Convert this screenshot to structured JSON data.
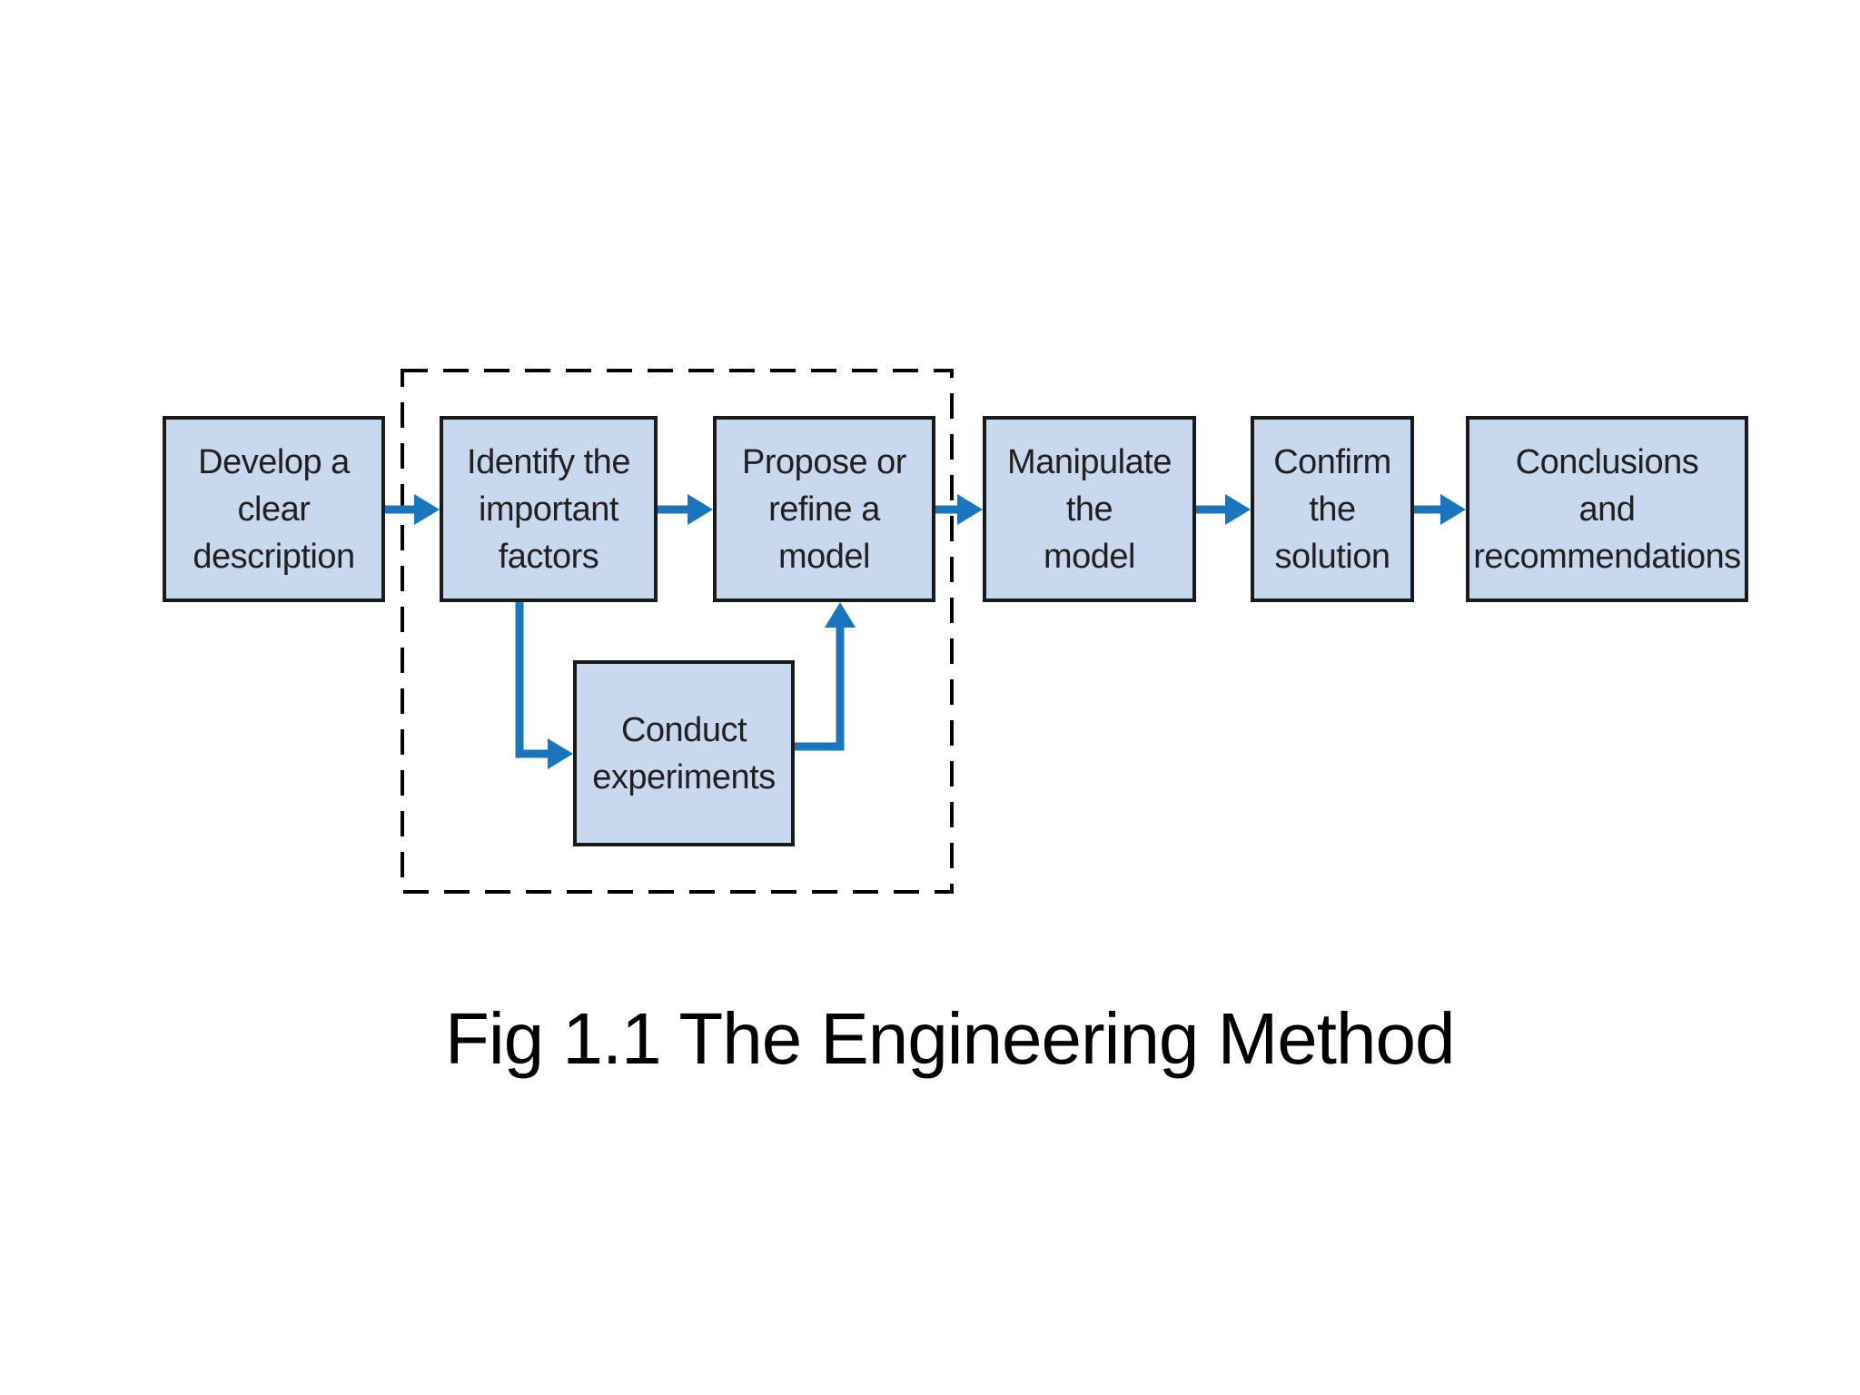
{
  "figure": {
    "caption": "Fig 1.1 The Engineering Method",
    "boxes": [
      {
        "id": "develop",
        "lines": [
          "Develop a",
          "clear",
          "description"
        ]
      },
      {
        "id": "identify",
        "lines": [
          "Identify the",
          "important",
          "factors"
        ]
      },
      {
        "id": "propose",
        "lines": [
          "Propose or",
          "refine a",
          "model"
        ]
      },
      {
        "id": "manipulate",
        "lines": [
          "Manipulate",
          "the",
          "model"
        ]
      },
      {
        "id": "confirm",
        "lines": [
          "Confirm",
          "the",
          "solution"
        ]
      },
      {
        "id": "conclusions",
        "lines": [
          "Conclusions",
          "and",
          "recommendations"
        ]
      },
      {
        "id": "experiments",
        "lines": [
          "Conduct",
          "experiments"
        ]
      }
    ],
    "edges": [
      {
        "from": "develop",
        "to": "identify"
      },
      {
        "from": "identify",
        "to": "propose"
      },
      {
        "from": "propose",
        "to": "manipulate"
      },
      {
        "from": "manipulate",
        "to": "confirm"
      },
      {
        "from": "confirm",
        "to": "conclusions"
      },
      {
        "from": "identify",
        "to": "experiments"
      },
      {
        "from": "experiments",
        "to": "propose"
      }
    ],
    "dashed_group": [
      "identify",
      "propose",
      "experiments"
    ],
    "colors": {
      "background": "#ffffff",
      "box_fill": "#c8d8ee",
      "box_border": "#1a1a1a",
      "text": "#231f20",
      "arrow": "#1b75bc",
      "dashed_border": "#000000",
      "caption_text": "#000000"
    }
  }
}
